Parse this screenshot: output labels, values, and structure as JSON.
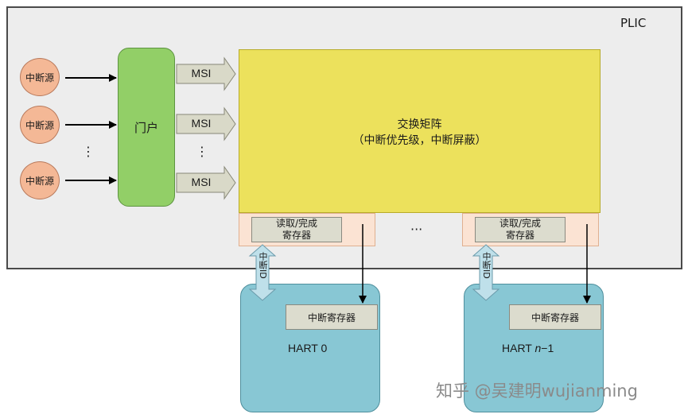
{
  "plic": {
    "label": "PLIC"
  },
  "sources": [
    {
      "label": "中断源"
    },
    {
      "label": "中断源"
    },
    {
      "label": "中断源"
    }
  ],
  "source_ellipsis": "⋮",
  "gateway": {
    "label": "门户"
  },
  "msi_labels": [
    "MSI",
    "MSI",
    "MSI"
  ],
  "msi_ellipsis": "⋮",
  "matrix": {
    "title": "交换矩阵",
    "subtitle": "（中断优先级，中断屏蔽）"
  },
  "claim_complete": [
    {
      "line1": "读取/完成",
      "line2": "寄存器"
    },
    {
      "line1": "读取/完成",
      "line2": "寄存器"
    }
  ],
  "claim_ellipsis": "···",
  "interrupt_id_label": "中断ID",
  "harts": [
    {
      "register_label": "中断寄存器",
      "name_prefix": "HART 0",
      "name_italic": "",
      "name_suffix": ""
    },
    {
      "register_label": "中断寄存器",
      "name_prefix": "HART ",
      "name_italic": "n",
      "name_suffix": "−1"
    }
  ],
  "watermark": "知乎 @吴建明wujianming",
  "colors": {
    "plic_bg": "#ededed",
    "source_fill": "#f4b896",
    "gateway_fill": "#92cf67",
    "matrix_fill": "#ece15c",
    "claim_outer": "#fbe3d3",
    "register_fill": "#dcdcce",
    "hart_fill": "#88c7d4",
    "msi_arrow_fill": "#d9d9c8",
    "id_arrow_fill": "#bfe0ea"
  }
}
